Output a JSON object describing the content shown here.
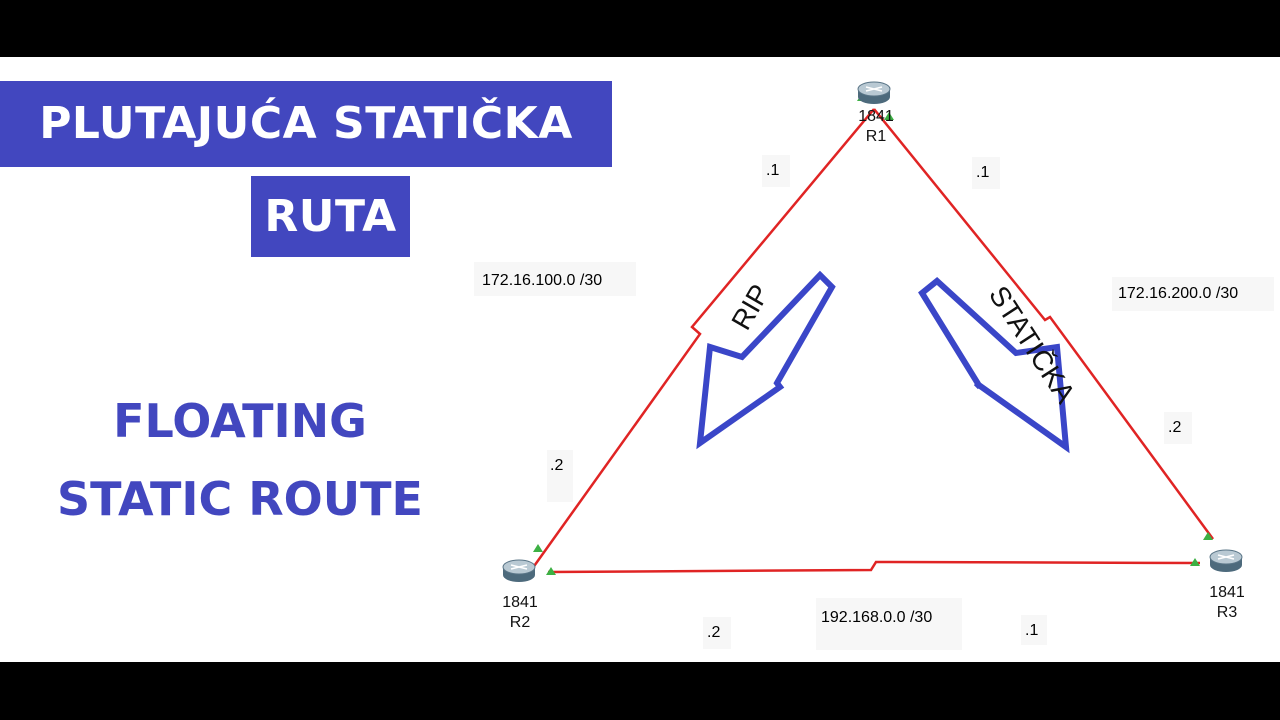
{
  "title": {
    "line1": "PLUTAJUĆA STATIČKA",
    "line2": "RUTA"
  },
  "subtitle": {
    "line1": "FLOATING",
    "line2": "STATIC ROUTE"
  },
  "routers": {
    "r1": {
      "model": "1841",
      "name": "R1"
    },
    "r2": {
      "model": "1841",
      "name": "R2"
    },
    "r3": {
      "model": "1841",
      "name": "R3"
    }
  },
  "networks": {
    "r1_r2": "172.16.100.0 /30",
    "r1_r3": "172.16.200.0 /30",
    "r2_r3": "192.168.0.0 /30"
  },
  "interfaces": {
    "r1_to_r2": ".1",
    "r1_to_r3": ".1",
    "r2_to_r1": ".2",
    "r3_to_r1": ".2",
    "r2_to_r3": ".2",
    "r3_to_r2": ".1"
  },
  "arrows": {
    "left": "RIP",
    "right": "STATIČKA"
  },
  "colors": {
    "accent": "#4247bf",
    "link": "#e02424",
    "port": "#3cb043"
  },
  "icons": {
    "router": "router-icon",
    "arrow": "arrow-down-icon"
  }
}
